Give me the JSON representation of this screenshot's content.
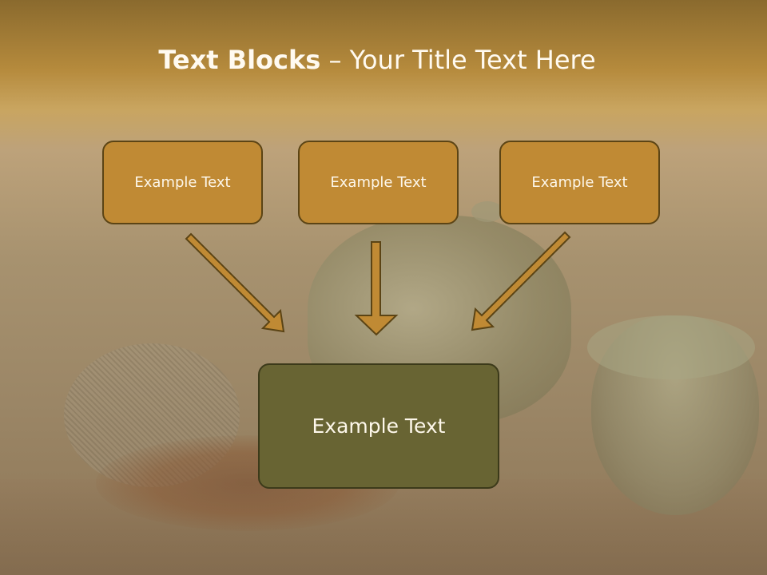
{
  "title": {
    "bold": "Text Blocks",
    "rest": " – Your Title Text Here"
  },
  "boxes": [
    {
      "label": "Example Text"
    },
    {
      "label": "Example Text"
    },
    {
      "label": "Example Text"
    }
  ],
  "main_box": {
    "label": "Example Text"
  },
  "colors": {
    "header_band": "#b58a3c",
    "box_fill": "#c08a34",
    "box_border": "#5b4415",
    "main_box_fill": "#686433",
    "arrow_fill": "#c08a34",
    "text_light": "#fdf7ea"
  },
  "arrows": [
    "arrow-down-right",
    "arrow-down",
    "arrow-down-left"
  ]
}
